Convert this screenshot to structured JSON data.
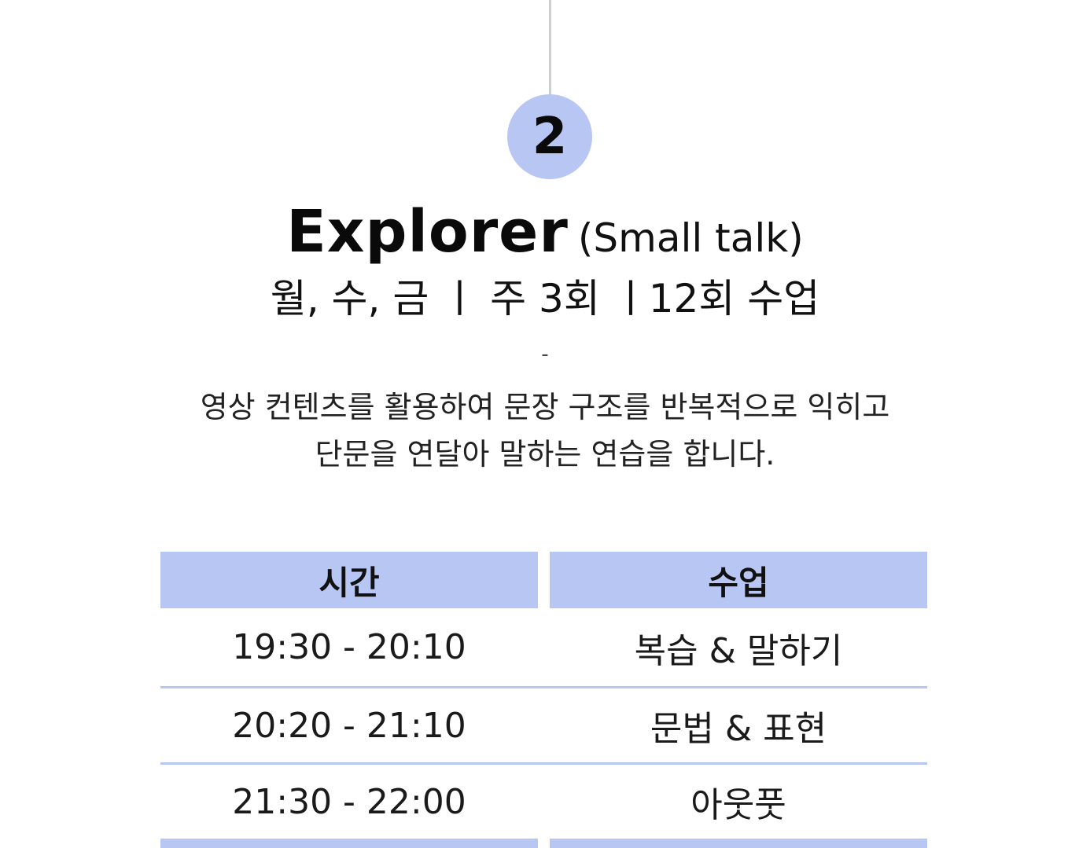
{
  "step": {
    "number": "2"
  },
  "title": {
    "main": "Explorer",
    "sub": "(Small talk)"
  },
  "schedule_line": "월, 수, 금 ㅣ 주 3회 ㅣ12회 수업",
  "separator": "-",
  "description": {
    "line1": "영상 컨텐츠를 활용하여 문장 구조를 반복적으로 익히고",
    "line2": "단문을 연달아 말하는 연습을 합니다."
  },
  "table": {
    "headers": {
      "time": "시간",
      "lesson": "수업"
    },
    "rows": [
      {
        "time": "19:30 - 20:10",
        "lesson": "복습 & 말하기"
      },
      {
        "time": "20:20 - 21:10",
        "lesson": "문법 & 표현"
      },
      {
        "time": "21:30 - 22:00",
        "lesson": "아웃풋"
      }
    ]
  },
  "colors": {
    "accent": "#b8c6f3",
    "connector": "#cfcfcf",
    "text": "#111111"
  }
}
